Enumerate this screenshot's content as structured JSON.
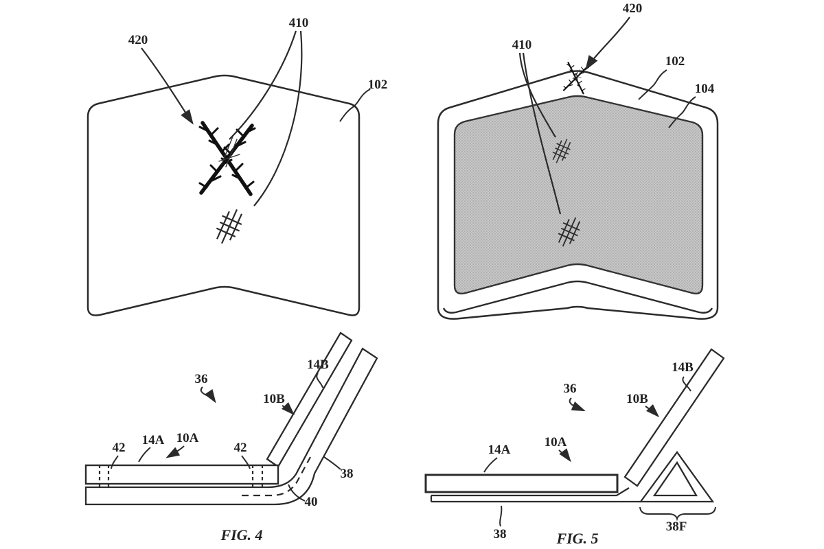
{
  "colors": {
    "background": "#ffffff",
    "stroke": "#2b2b2b",
    "panel_fill": "#c7c7c7",
    "panel_dot": "#9f9f9f"
  },
  "fig_unfolded": {
    "ref_scratch_x": "420",
    "ref_scratches": "410",
    "ref_cover": "102"
  },
  "fig_folded": {
    "ref_scratch_x": "420",
    "ref_scratches": "410",
    "ref_cover": "102",
    "ref_display": "104"
  },
  "fig4": {
    "caption": "FIG. 4",
    "ref_assembly": "36",
    "ref_cover_b": "14B",
    "ref_device_b": "10B",
    "ref_edge_left": "42",
    "ref_cover_a": "14A",
    "ref_device_a": "10A",
    "ref_edge_right": "42",
    "ref_layer": "38",
    "ref_bend": "40"
  },
  "fig5": {
    "caption": "FIG. 5",
    "ref_assembly": "36",
    "ref_cover_b": "14B",
    "ref_device_b": "10B",
    "ref_cover_a": "14A",
    "ref_device_a": "10A",
    "ref_layer": "38",
    "ref_fold": "38F"
  }
}
